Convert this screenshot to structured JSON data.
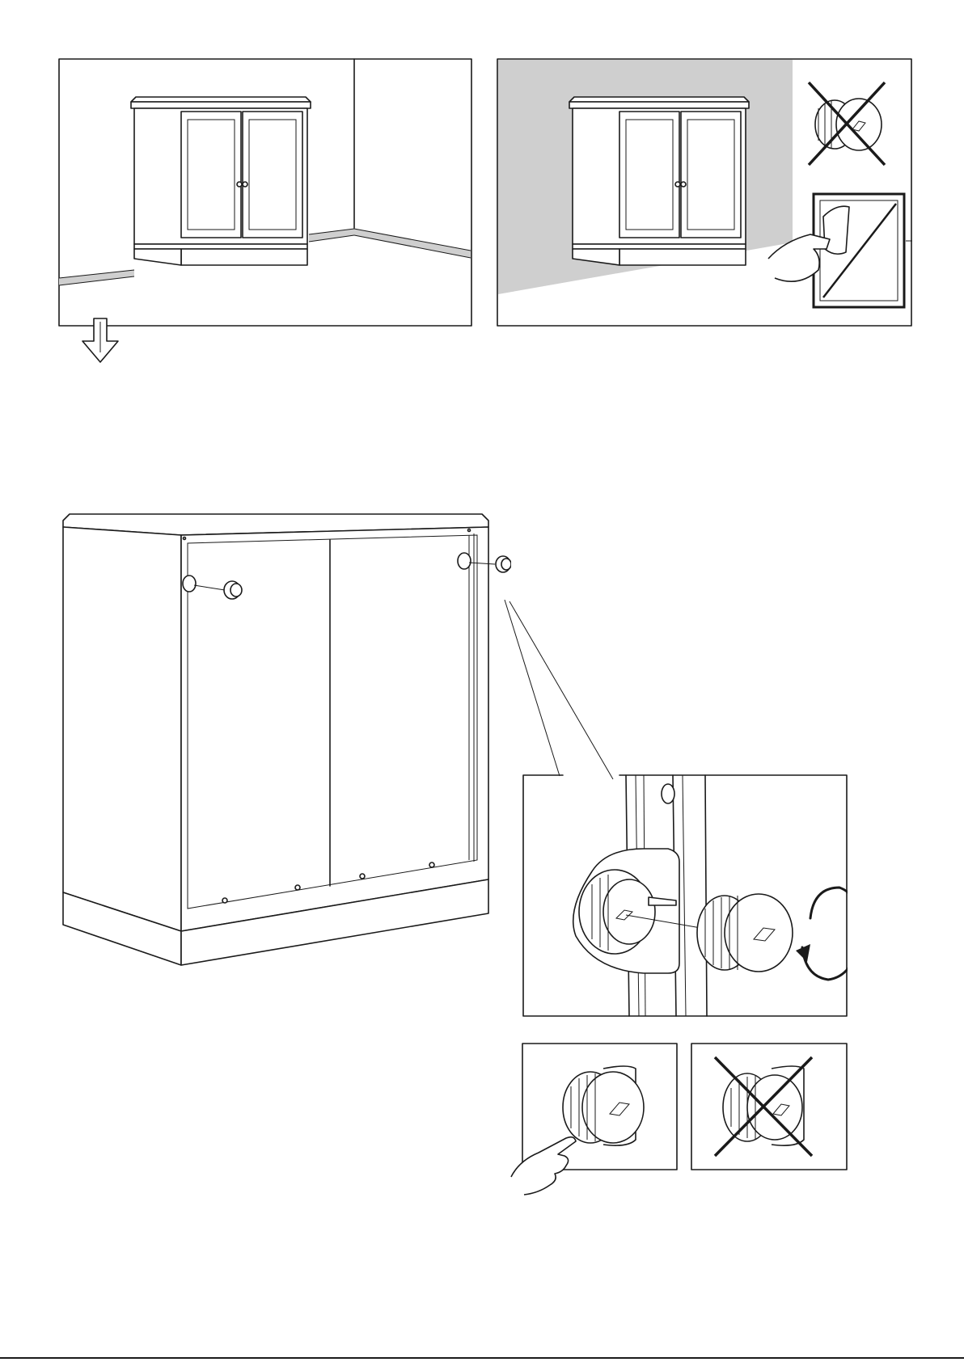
{
  "page": {
    "kind": "assembly instruction page",
    "icons": [
      "cabinet-against-wall",
      "cabinet-in-front-of-wall",
      "wall-bumper-prohibited-icon",
      "adhesive-peel-icon",
      "down-arrow-icon",
      "cabinet-back-view",
      "wall-bumper-detail",
      "press-bumper-icon",
      "wrong-bumper-icon"
    ]
  }
}
